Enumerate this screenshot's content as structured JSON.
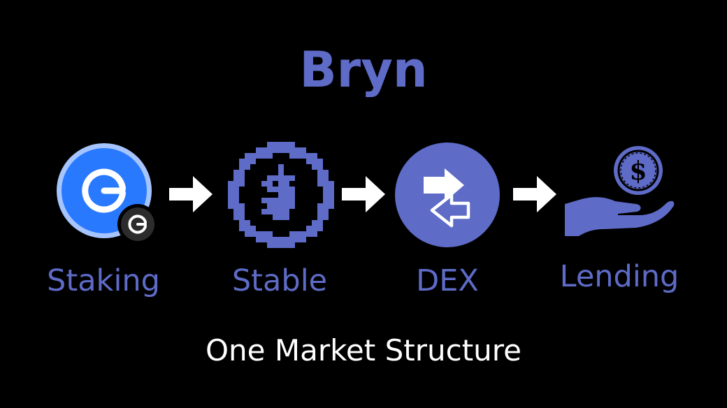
{
  "title": "Bryn",
  "steps": [
    {
      "label": "Staking",
      "icon": "staking-token-icon"
    },
    {
      "label": "Stable",
      "icon": "stablecoin-icon"
    },
    {
      "label": "DEX",
      "icon": "swap-exchange-icon"
    },
    {
      "label": "Lending",
      "icon": "hand-with-dollar-coin-icon"
    }
  ],
  "subtitle": "One Market Structure",
  "colors": {
    "background": "#000000",
    "accent": "#5e6bc7",
    "staking_blue": "#2979ff",
    "staking_ring": "#a6c5ff",
    "arrow": "#ffffff",
    "subtitle": "#ffffff"
  }
}
